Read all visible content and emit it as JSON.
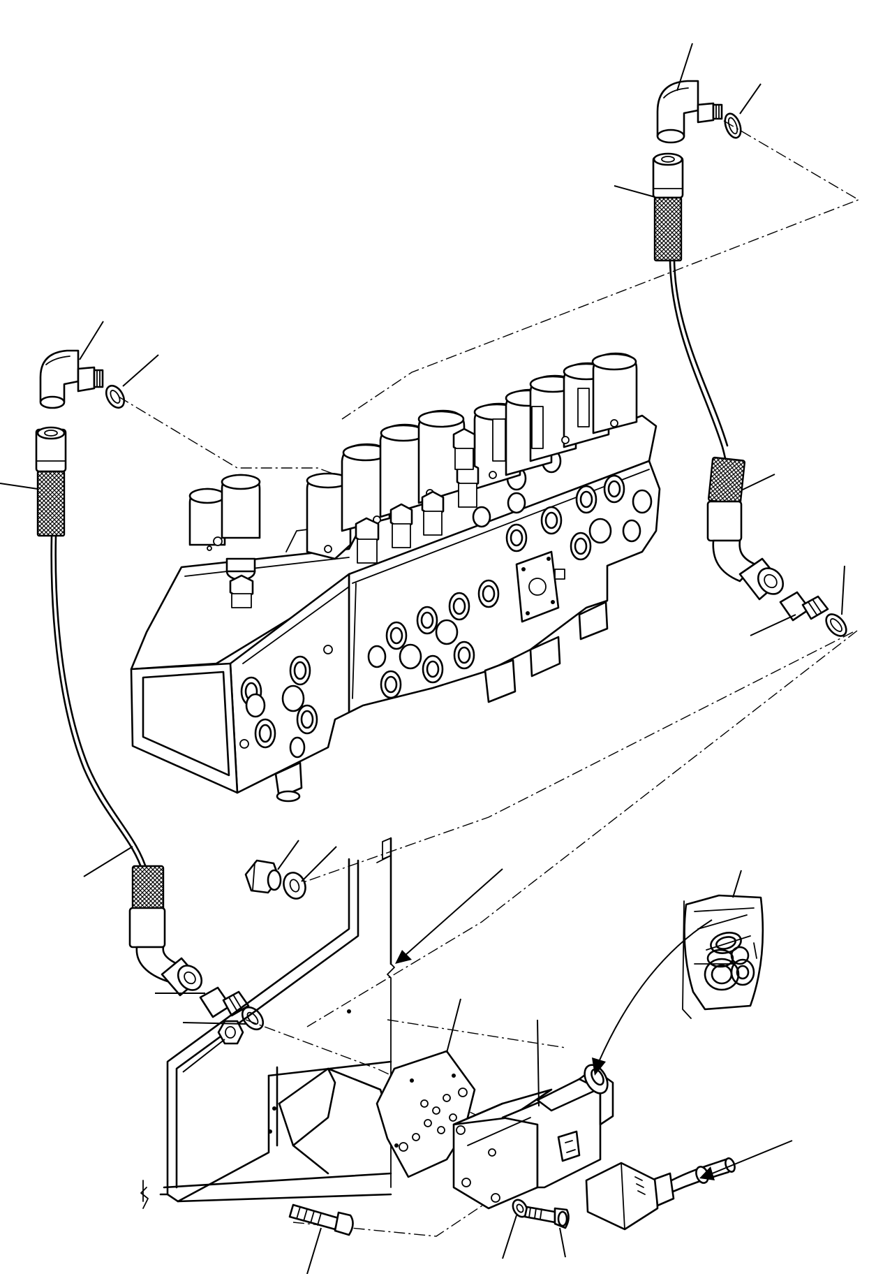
{
  "figure": {
    "parts": [
      "elbow-fitting",
      "o-ring",
      "hose",
      "control-valve-assembly",
      "connector",
      "plug",
      "washer",
      "bracket",
      "nut",
      "gasket-plate",
      "solenoid-valve",
      "solenoid-connector",
      "bolt",
      "inset-detail"
    ]
  }
}
